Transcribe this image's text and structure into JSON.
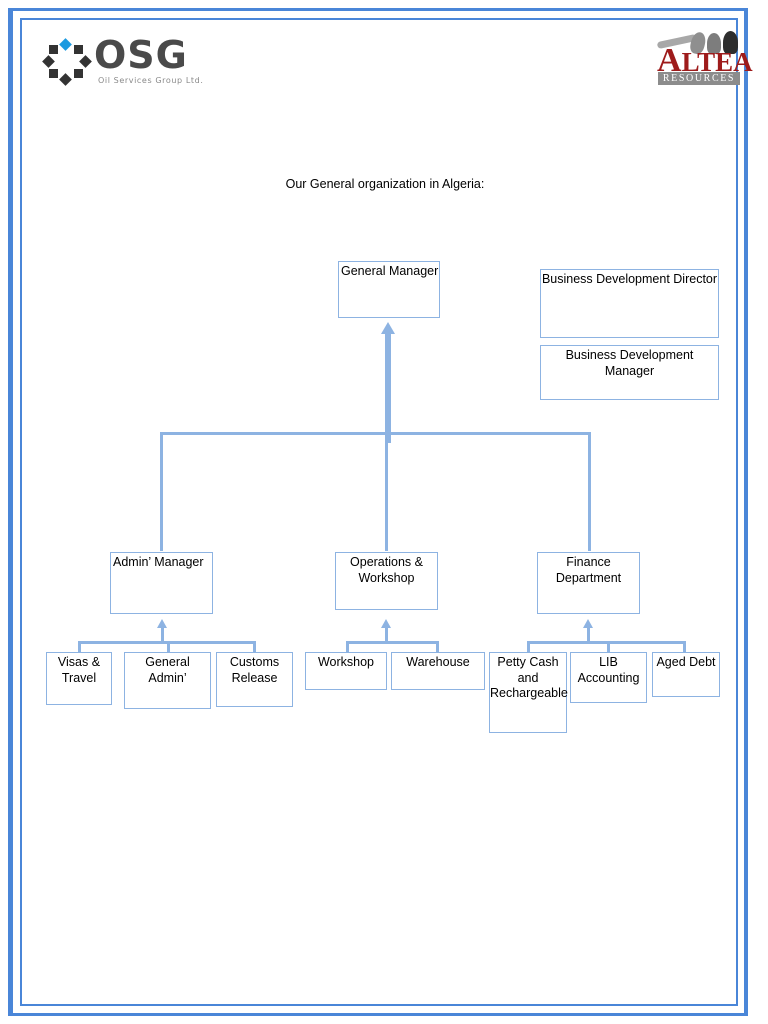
{
  "document": {
    "title_text": "Our General organization in Algeria:",
    "border_color": "#4a86d8",
    "node_border_color": "#8db3e2"
  },
  "logos": {
    "osg": {
      "name": "osg-logo",
      "wordmark": "OSG",
      "tagline": "Oil Services Group Ltd.",
      "accent_color": "#1c9ae0",
      "mark_color": "#333333"
    },
    "altea": {
      "name": "altea-resources-logo",
      "wordmark": "LTEA",
      "wordmark_initial": "A",
      "subtitle": "RESOURCES",
      "text_color": "#9e1b1b",
      "bar_color": "#8c8c8c"
    }
  },
  "chart_data": {
    "type": "diagram",
    "title": "Our General organization in Algeria:",
    "nodes": [
      {
        "id": "general-manager",
        "label": "General Manager",
        "tier": 1
      },
      {
        "id": "business-development-director",
        "label": "Business Development Director",
        "tier": 1
      },
      {
        "id": "business-development-manager",
        "label": "Business Development Manager",
        "tier": 1
      },
      {
        "id": "admin-manager",
        "label": "Admin’ Manager",
        "tier": 2
      },
      {
        "id": "operations-workshop",
        "label": "Operations & Workshop",
        "tier": 2
      },
      {
        "id": "finance-department",
        "label": "Finance Department",
        "tier": 2
      },
      {
        "id": "visas-travel",
        "label": "Visas & Travel",
        "tier": 3
      },
      {
        "id": "general-admin",
        "label": "General Admin’",
        "tier": 3
      },
      {
        "id": "customs-release",
        "label": "Customs Release",
        "tier": 3
      },
      {
        "id": "workshop",
        "label": "Workshop",
        "tier": 3
      },
      {
        "id": "warehouse",
        "label": "Warehouse",
        "tier": 3
      },
      {
        "id": "petty-cash",
        "label": "Petty Cash and Rechargeable",
        "tier": 3
      },
      {
        "id": "lib-accounting",
        "label": "LIB Accounting",
        "tier": 3
      },
      {
        "id": "aged-debt",
        "label": "Aged Debt",
        "tier": 3
      }
    ],
    "edges": [
      {
        "from": "admin-manager",
        "to": "general-manager"
      },
      {
        "from": "operations-workshop",
        "to": "general-manager"
      },
      {
        "from": "finance-department",
        "to": "general-manager"
      },
      {
        "from": "visas-travel",
        "to": "admin-manager"
      },
      {
        "from": "general-admin",
        "to": "admin-manager"
      },
      {
        "from": "customs-release",
        "to": "admin-manager"
      },
      {
        "from": "workshop",
        "to": "operations-workshop"
      },
      {
        "from": "warehouse",
        "to": "operations-workshop"
      },
      {
        "from": "petty-cash",
        "to": "finance-department"
      },
      {
        "from": "lib-accounting",
        "to": "finance-department"
      },
      {
        "from": "aged-debt",
        "to": "finance-department"
      }
    ],
    "unconnected_nodes": [
      "business-development-director",
      "business-development-manager"
    ]
  }
}
